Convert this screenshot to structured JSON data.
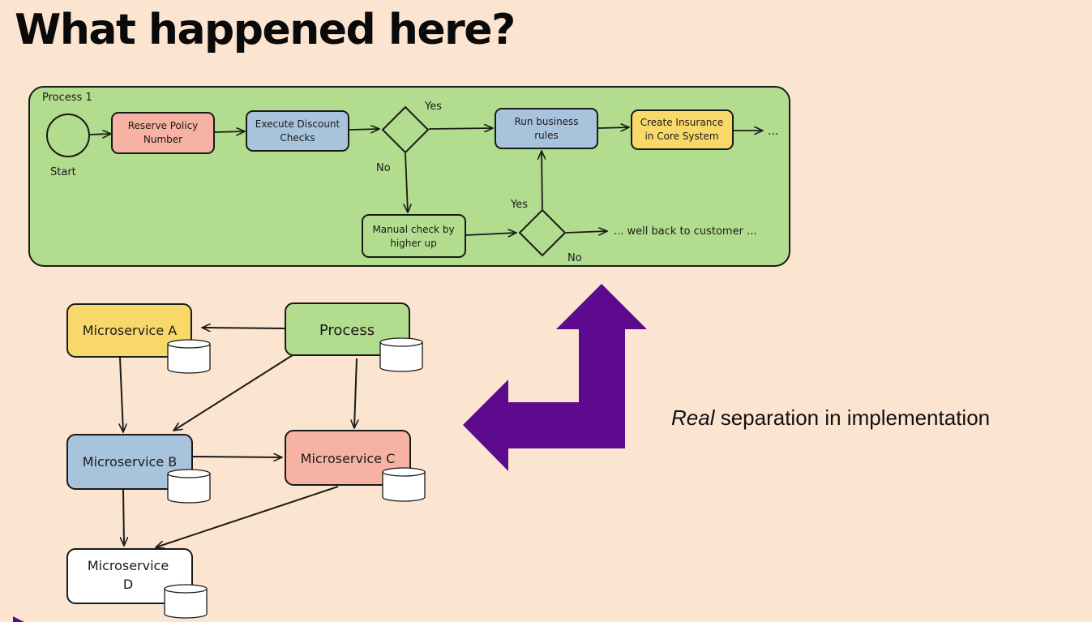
{
  "title": "What happened here?",
  "caption": {
    "emphasis": "Real",
    "rest": " separation in implementation"
  },
  "process_flow": {
    "label": "Process 1",
    "start": "Start",
    "steps": {
      "reserve": [
        "Reserve Policy",
        "Number"
      ],
      "discount": [
        "Execute Discount",
        "Checks"
      ],
      "rules": [
        "Run business",
        "rules"
      ],
      "create": [
        "Create Insurance",
        "in Core System"
      ],
      "manual": [
        "Manual check by",
        "higher up"
      ]
    },
    "yes": "Yes",
    "no": "No",
    "ellipsis": "...",
    "back_to_customer": "... well back to customer ..."
  },
  "microservices": {
    "process": "Process",
    "a": "Microservice A",
    "b": "Microservice B",
    "c": "Microservice C",
    "d": [
      "Microservice",
      "D"
    ]
  },
  "colors": {
    "background": "#fce5d0",
    "process_panel": "#b2dc8e",
    "red_box": "#f6b2a2",
    "blue_box": "#a8c4dc",
    "yellow_box": "#f9d86a",
    "green_box": "#b2dc8e",
    "arrow_purple": "#5e0a8e"
  }
}
